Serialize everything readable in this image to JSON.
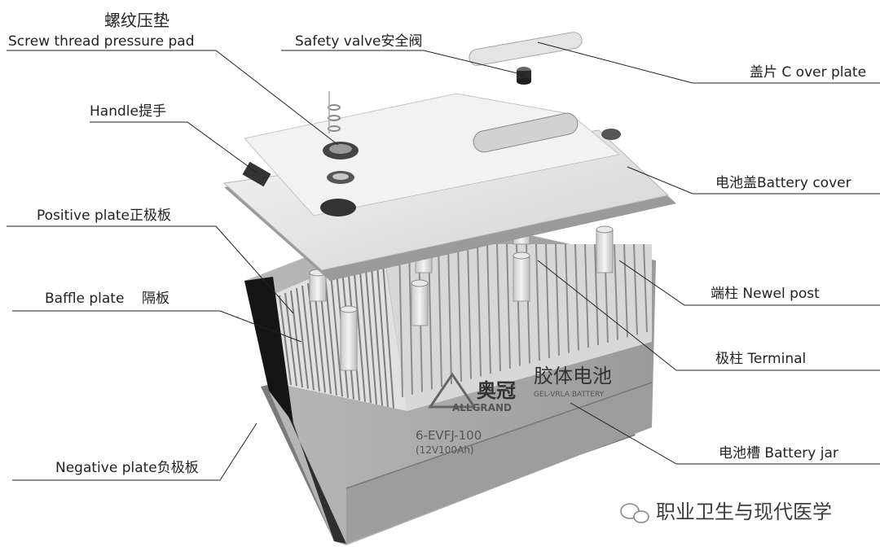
{
  "labels": {
    "screw_pad_cn": "螺纹压垫",
    "screw_pad_en": "Screw thread pressure pad",
    "safety_valve": "Safety valve安全阀",
    "cover_plate": "盖片 C over plate",
    "handle": "Handle提手",
    "battery_cover": "电池盖Battery cover",
    "positive_plate": "Positive plate正极板",
    "newel_post": "端柱 Newel post",
    "baffle_plate": "Baffle plate    隔板",
    "terminal": "极柱 Terminal",
    "battery_jar": "电池槽 Battery jar",
    "negative_plate": "Negative plate负极板"
  },
  "battery_print": {
    "brand_cn": "奥冠",
    "product_cn": "胶体电池",
    "brand_en": "ALLGRAND",
    "subtitle": "GEL-VRLA BATTERY",
    "model": "6-EVFJ-100",
    "rating": "(12V100Ah)"
  },
  "watermark": "职业卫生与现代医学"
}
